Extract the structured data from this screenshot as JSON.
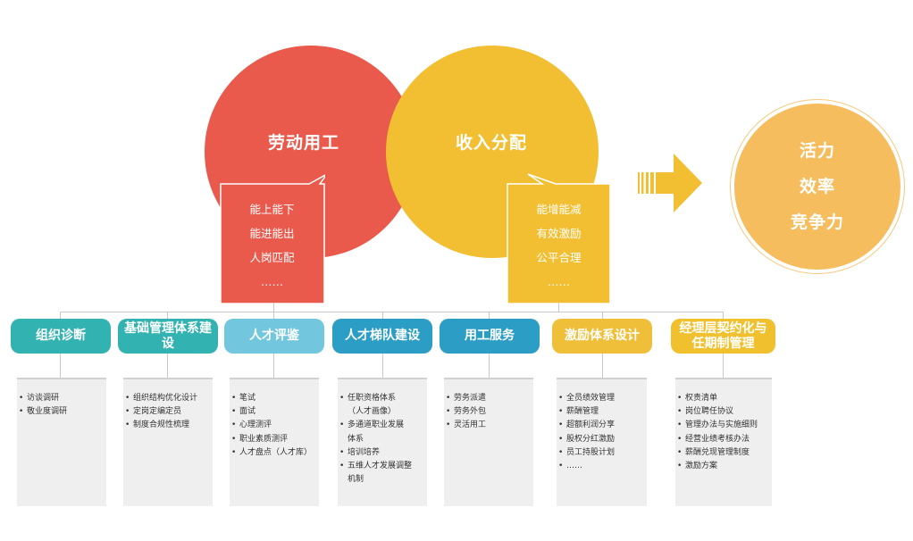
{
  "colors": {
    "red": "#ea5a4c",
    "yellow": "#f2bf32",
    "outcome": "#f5bd5e",
    "teal": "#33b2b2",
    "sky": "#72c6de",
    "blue": "#2c9dc5",
    "orange": "#f0bf3a",
    "gold": "#f1c02e"
  },
  "circles": {
    "left_title": "劳动用工",
    "right_title": "收入分配"
  },
  "callouts": {
    "left": [
      "能上能下",
      "能进能出",
      "人岗匹配",
      "……"
    ],
    "right": [
      "能增能减",
      "有效激励",
      "公平合理",
      "……"
    ]
  },
  "outcome": [
    "活力",
    "效率",
    "竞争力"
  ],
  "categories": [
    {
      "label": "组织诊断",
      "items": [
        "访谈调研",
        "敬业度调研"
      ]
    },
    {
      "label": "基础管理体系建设",
      "items": [
        "组织结构优化设计",
        "定岗定编定员",
        "制度合规性梳理"
      ]
    },
    {
      "label": "人才评鉴",
      "items": [
        "笔试",
        "面试",
        "心理测评",
        "职业素质测评",
        "人才盘点（人才库）"
      ]
    },
    {
      "label": "人才梯队建设",
      "items": [
        "任职资格体系",
        "（人才画像）",
        "多通道职业发展",
        "体系",
        "培训培养",
        "五维人才发展调整",
        "机制"
      ]
    },
    {
      "label": "用工服务",
      "items": [
        "劳务派遣",
        "劳务外包",
        "灵活用工"
      ]
    },
    {
      "label": "激励体系设计",
      "items": [
        "全员绩效管理",
        "薪酬管理",
        "超额利润分享",
        "股权分红激励",
        "员工持股计划",
        "……"
      ]
    },
    {
      "label": "经理层契约化与任期制管理",
      "items": [
        "权责清单",
        "岗位聘任协议",
        "管理办法与实施细则",
        "经营业绩考核办法",
        "薪酬兑现管理制度",
        "激励方案"
      ]
    }
  ]
}
